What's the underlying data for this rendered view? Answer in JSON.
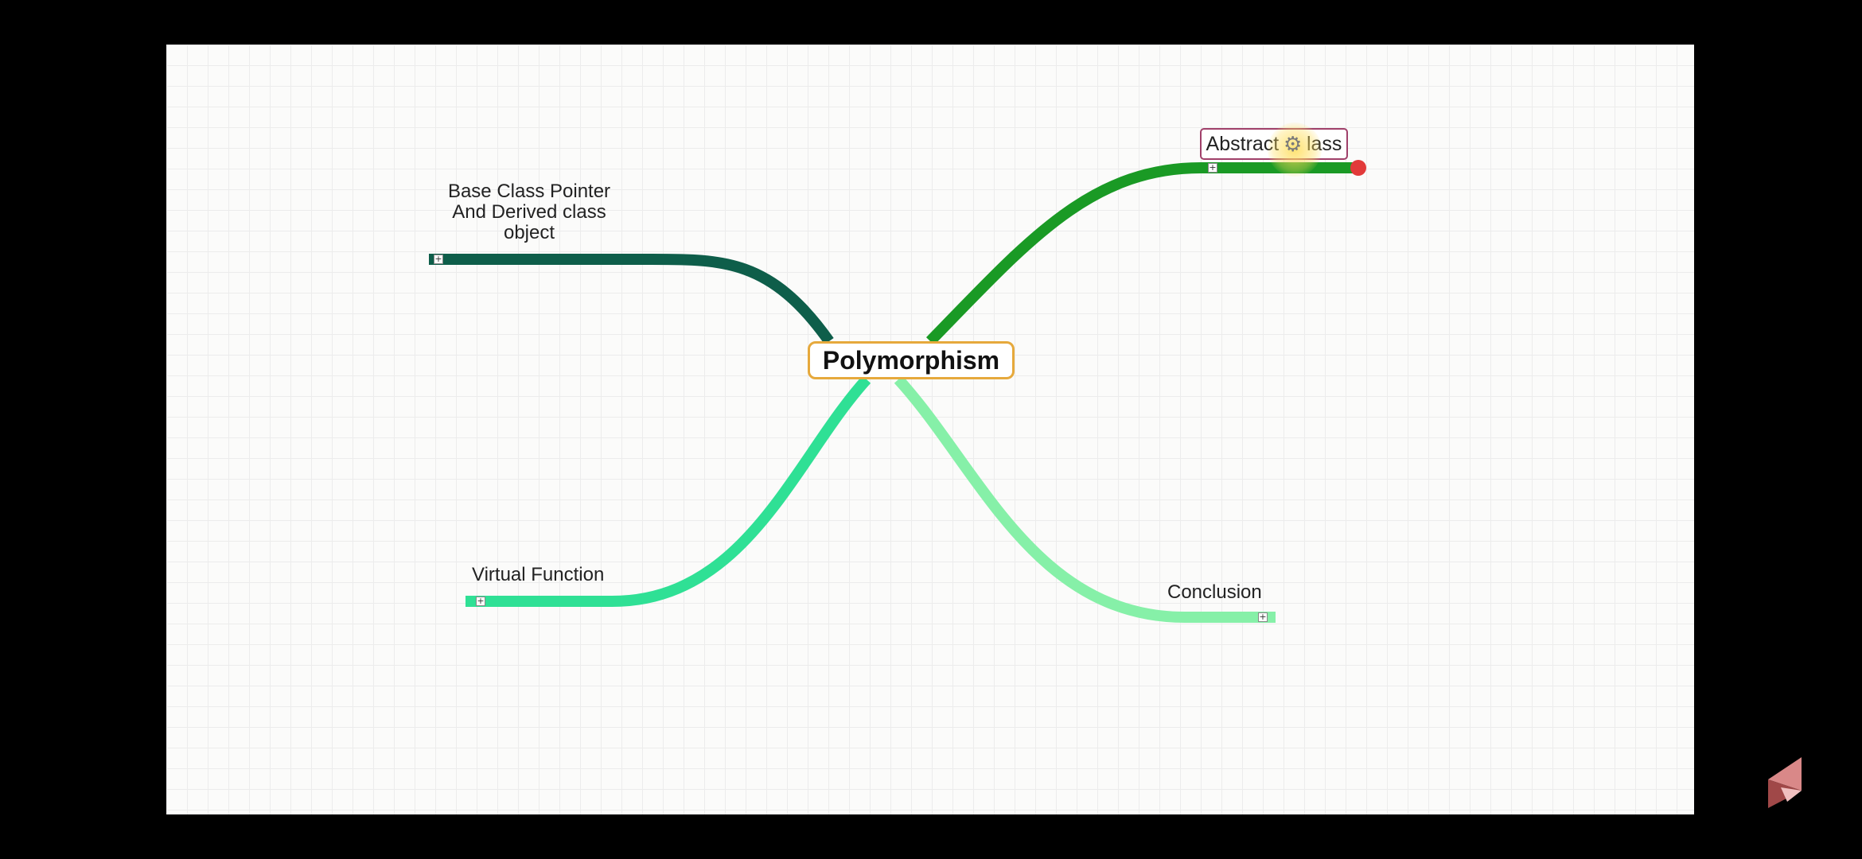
{
  "mindmap": {
    "central": "Polymorphism",
    "branches": [
      {
        "label": "Base Class Pointer\nAnd Derived class\nobject",
        "color": "#0e5e4a"
      },
      {
        "label": "Abstract Class",
        "display": "Abstract     lass",
        "color": "#1a9a25",
        "selected": true
      },
      {
        "label": "Virtual Function",
        "color": "#2fe095"
      },
      {
        "label": "Conclusion",
        "color": "#86f0a8"
      }
    ],
    "handle_symbol": "+"
  },
  "colors": {
    "central_border": "#e6a93c",
    "selected_border": "#a0406a",
    "connector_dot": "#e23a3a"
  },
  "icons": {
    "cursor": "gear-icon",
    "watermark": "logo-icon"
  }
}
